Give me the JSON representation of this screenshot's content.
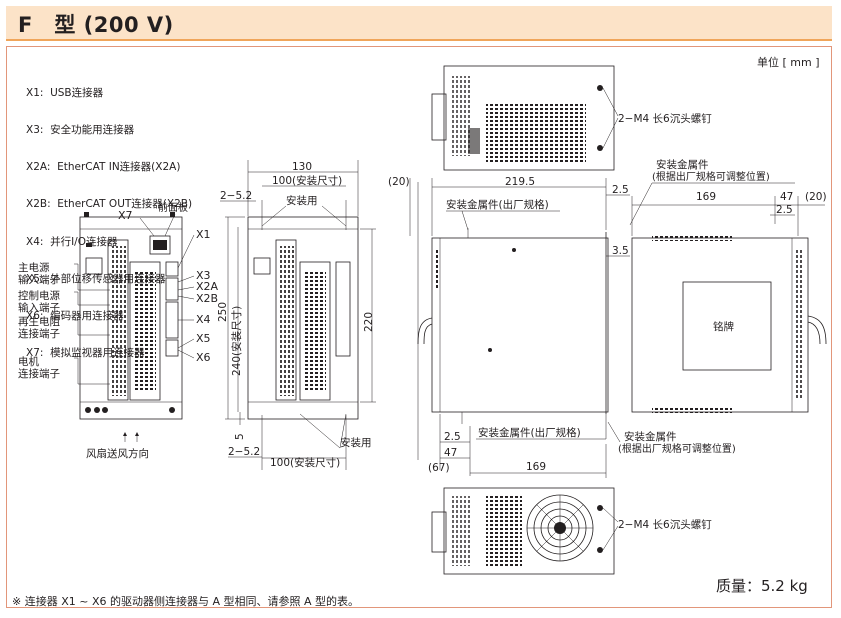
{
  "title": "F　型 (200 V)",
  "unit": "单位 [ mm ]",
  "legend": [
    "X1:  USB连接器",
    "X3:  安全功能用连接器",
    "X2A:  EtherCAT IN连接器(X2A)",
    "X2B:  EtherCAT OUT连接器(X2B)",
    "X4:  并行I/O连接器",
    "X5:  外部位移传感器用连接器",
    "X6:  编码器用连接器",
    "X7:  模拟监视器用连接器"
  ],
  "front_view": {
    "x7": "X7",
    "front_panel": "前面板",
    "connectors": [
      "X1",
      "X3",
      "X2A",
      "X2B",
      "X4",
      "X5",
      "X6"
    ],
    "main_power": [
      "主电源",
      "输入端子"
    ],
    "control_power": [
      "控制电源",
      "输入端子"
    ],
    "regen_resistor": [
      "再生电阻",
      "连接端子"
    ],
    "motor": [
      "电机",
      "连接端子"
    ],
    "fan_direction": "风扇送风方向"
  },
  "mount_view": {
    "dim_130": "130",
    "dim_100_top": "100(安装尺寸)",
    "dim_100_bottom": "100(安装尺寸)",
    "dim_2_52_top": "2−5.2",
    "dim_2_52_bottom": "2−5.2",
    "mount_use_top": "安装用",
    "mount_use_bottom": "安装用",
    "dim_250": "250",
    "dim_240": "240(安装尺寸)",
    "dim_220": "220",
    "dim_5": "5"
  },
  "side_view": {
    "dim_20_left": "(20)",
    "dim_2195": "219.5",
    "dim_25_top": "2.5",
    "bracket_factory_top": "安装金属件(出厂规格)",
    "dim_35": "3.5",
    "dim_25_bottom": "2.5",
    "bracket_factory_bottom": "安装金属件(出厂规格)",
    "dim_47": "47",
    "dim_67": "(67)",
    "dim_169": "169"
  },
  "right_view": {
    "bracket_adjust_top": [
      "安装金属件",
      "(根据出厂规格可调整位置)"
    ],
    "dim_169": "169",
    "dim_47": "47",
    "dim_20": "(20)",
    "dim_25": "2.5",
    "nameplate": "铭牌",
    "bracket_adjust_bottom": [
      "安装金属件",
      "(根据出厂规格可调整位置)"
    ]
  },
  "top_screw": "2−M4 长6沉头螺钉",
  "bottom_screw": "2−M4 长6沉头螺钉",
  "mass": "质量：5.2 kg",
  "note": "※ 连接器 X1 ~ X6 的驱动器侧连接器与 A 型相同、请参照 A 型的表。"
}
